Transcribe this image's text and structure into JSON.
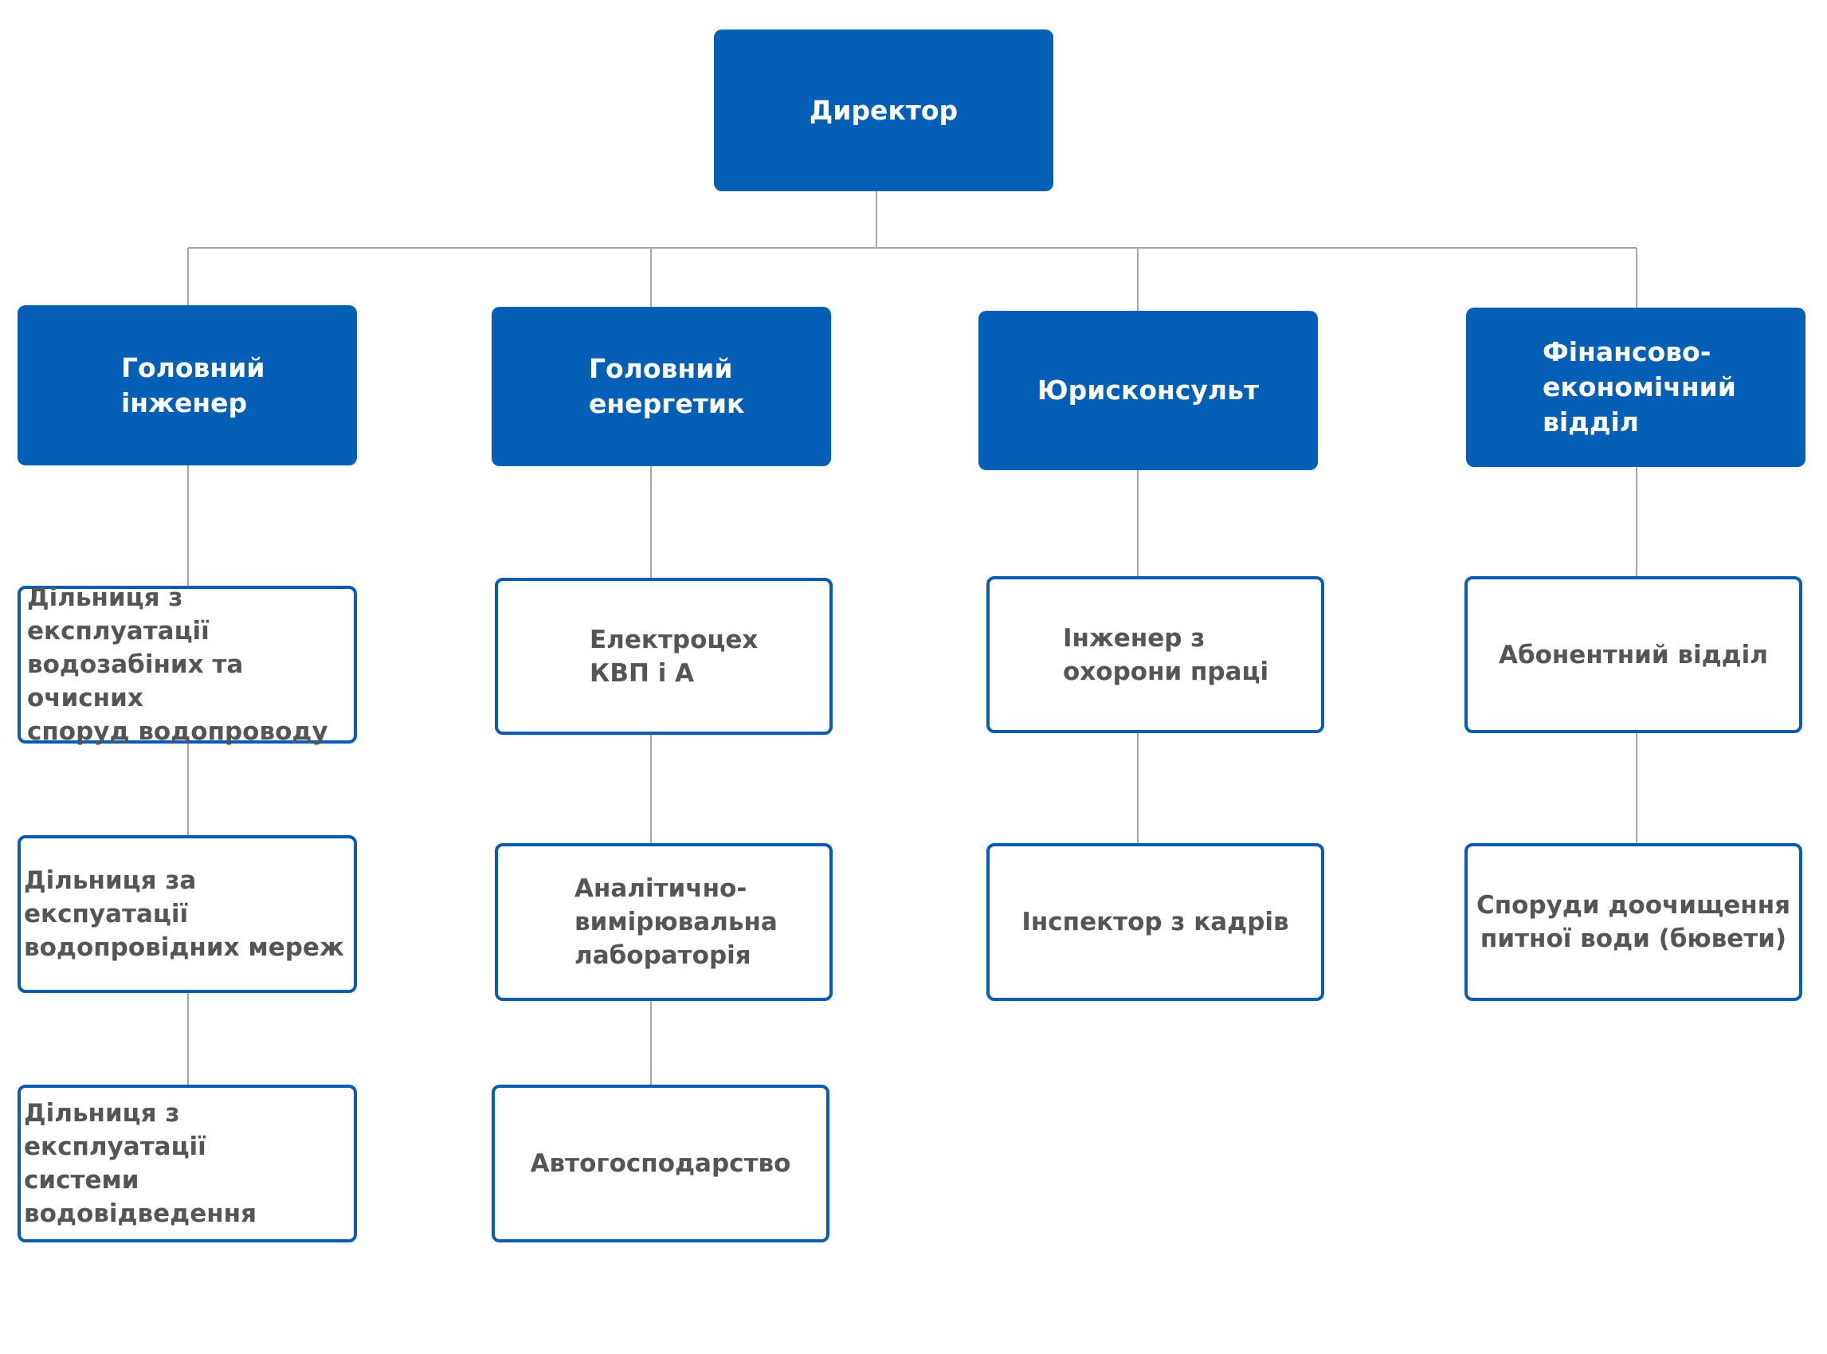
{
  "colors": {
    "primary": "#055fb6",
    "outline": "#0b5cb0",
    "line": "#a6a6a6",
    "muted_text": "#555555"
  },
  "director": {
    "label": "Директор"
  },
  "departments": [
    {
      "label": "Головний\nінженер"
    },
    {
      "label": "Головний\nенергетик"
    },
    {
      "label": "Юрисконсульт"
    },
    {
      "label": "Фінансово-\nекономічний\nвідділ"
    }
  ],
  "units": {
    "chief_engineer": [
      "Дільниця з експлуатації\nводозабіних та очисних\nспоруд водопроводу",
      "Дільниця за експуатації\nводопровідних мереж",
      "Дільниця з експлуатації\nсистеми водовідведення"
    ],
    "chief_power_engineer": [
      "Електроцех\nКВП і А",
      "Аналітично-\nвимірювальна\nлабораторія",
      "Автогосподарство"
    ],
    "legal_adviser": [
      "Інженер з\nохорони праці",
      "Інспектор з кадрів"
    ],
    "finance_department": [
      "Абонентний відділ",
      "Споруди доочищення\nпитної води (бювети)"
    ]
  }
}
